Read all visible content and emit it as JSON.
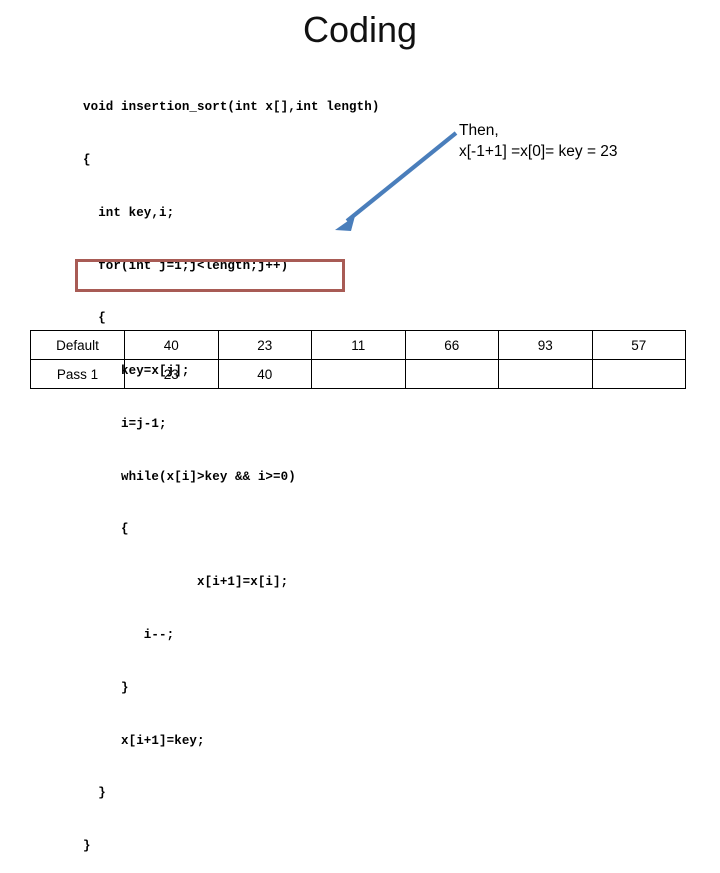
{
  "slide": {
    "title": "Coding",
    "background_color": "#ffffff"
  },
  "code": {
    "language": "c",
    "lines": [
      "void insertion_sort(int x[],int length)",
      "{",
      "  int key,i;",
      "  for(int j=1;j<length;j++)",
      "  {",
      "     key=x[j];",
      "     i=j-1;",
      "     while(x[i]>key && i>=0)",
      "     {",
      "               x[i+1]=x[i];",
      "        i--;",
      "     }",
      "     x[i+1]=key;",
      "  }",
      "}"
    ]
  },
  "highlight": {
    "target_line": "x[i+1]=key;",
    "border_color": "#a85b55"
  },
  "arrow": {
    "color": "#4a7ebb",
    "direction": "down-left",
    "points_to": "highlighted-code-line"
  },
  "annotation": {
    "line1": "Then,",
    "line2": "x[-1+1] =x[0]= key = 23"
  },
  "table": {
    "rows": [
      {
        "label": "Default",
        "values": [
          "40",
          "23",
          "11",
          "66",
          "93",
          "57"
        ]
      },
      {
        "label": "Pass 1",
        "values": [
          "23",
          "40",
          "",
          "",
          "",
          ""
        ]
      }
    ]
  }
}
